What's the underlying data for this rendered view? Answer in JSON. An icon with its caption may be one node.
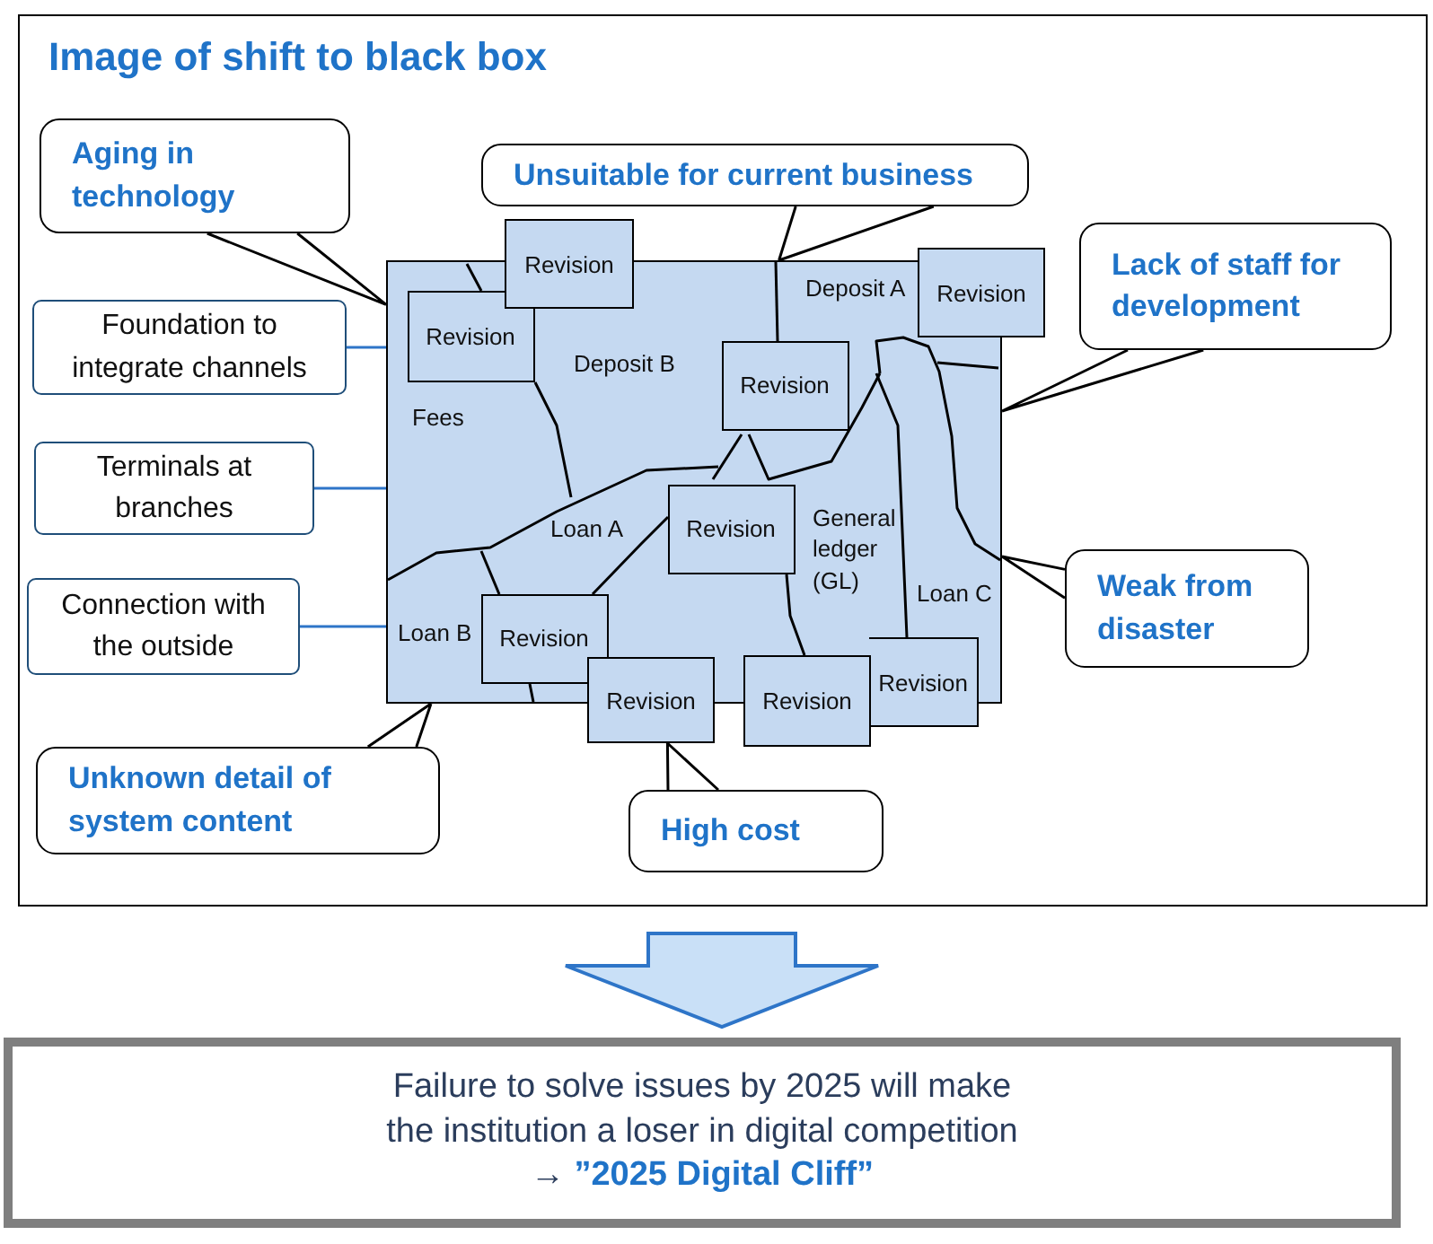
{
  "diagram": {
    "title": "Image of shift to black box",
    "nodes": [
      {
        "text": [],
        "shape": "box"
      },
      {
        "text": [
          "Deposit A",
          "Deposit B",
          "Fees",
          "Loan A",
          "General ledger (GL)",
          "Loan C",
          "Loan B"
        ],
        "in": 0
      },
      {
        "text": [
          "Revision"
        ],
        "in": 0
      },
      {
        "text": [
          "Revision"
        ],
        "in": 0
      },
      {
        "text": [
          "Revision"
        ],
        "in": 1
      },
      {
        "text": [
          "Revision"
        ],
        "in": 1
      },
      {
        "text": [
          "Revision"
        ],
        "in": 1
      },
      {
        "text": [
          "Revision"
        ],
        "in": 1
      },
      {
        "text": [
          "Revision"
        ],
        "in": 0
      },
      {
        "text": [
          "Revision"
        ],
        "in": 0
      },
      {
        "text": [
          "Revision"
        ],
        "in": 0
      },
      {
        "text": [
          "Aging in technology"
        ],
        "in": 0
      },
      {
        "text": [
          "Unsuitable for current business"
        ],
        "in": 0
      },
      {
        "text": [
          "Lack of staff for development"
        ],
        "in": 0
      },
      {
        "text": [
          "Foundation to integrate channels"
        ],
        "in": 0
      },
      {
        "text": [
          "Terminals at branches"
        ],
        "in": 0
      },
      {
        "text": [
          "Weak from disaster"
        ],
        "in": 0
      },
      {
        "text": [
          "Connection with the outside"
        ],
        "in": 0
      },
      {
        "text": [
          "Unknown detail of system content"
        ],
        "in": 0
      },
      {
        "text": [
          "High cost"
        ],
        "in": 0
      },
      {
        "text": [
          "Failure to solve issues by 2025 will make the institution a loser in digital competition",
          "→ **”2025 Digital Cliff”**"
        ]
      }
    ],
    "edges": [
      {
        "from": 11,
        "to": 1,
        "arrow": "none"
      },
      {
        "from": 12,
        "to": 1,
        "arrow": "none"
      },
      {
        "from": 13,
        "to": 1,
        "arrow": "none"
      },
      {
        "from": 14,
        "to": 1,
        "arrow": "none",
        "color": "#2e75c8"
      },
      {
        "from": 15,
        "to": 1,
        "arrow": "none",
        "color": "#2e75c8"
      },
      {
        "from": 16,
        "to": 1,
        "arrow": "none"
      },
      {
        "from": 17,
        "to": 1,
        "arrow": "none",
        "color": "#2e75c8"
      },
      {
        "from": 18,
        "to": 1,
        "arrow": "none"
      },
      {
        "from": 19,
        "to": 8,
        "arrow": "none"
      },
      {
        "from": 0,
        "to": 20,
        "arrow": "to",
        "style": "thick",
        "color": "#2e75c8"
      }
    ]
  }
}
